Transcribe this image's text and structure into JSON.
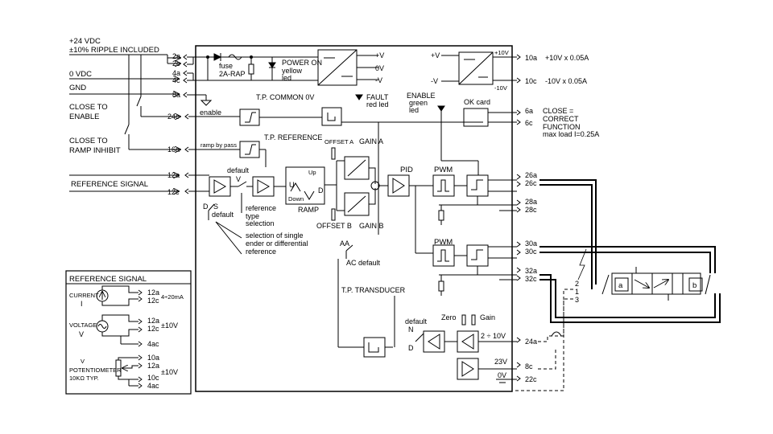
{
  "supply": {
    "line1": "+24 VDC",
    "line2": "±10% RIPPLE INCLUDED",
    "zero": "0 VDC",
    "gnd": "GND",
    "close_enable_1": "CLOSE TO",
    "close_enable_2": "ENABLE",
    "close_ramp_1": "CLOSE TO",
    "close_ramp_2": "RAMP INHIBIT",
    "reference_signal": "REFERENCE SIGNAL"
  },
  "terminals_left": [
    "2a",
    "2c",
    "4a",
    "4c",
    "8a",
    "24c",
    "16a",
    "12a",
    "12c"
  ],
  "internal": {
    "fuse_1": "fuse",
    "fuse_2": "2A-RAP",
    "power_on_1": "POWER ON",
    "power_on_2": "yellow",
    "power_on_3": "led",
    "plus_v": "+V",
    "zero_v": "0V",
    "minus_v": "-V",
    "tp_common": "T.P. COMMON 0V",
    "fault_1": "FAULT",
    "fault_2": "red led",
    "enable": "enable",
    "ramp_by_pass": "ramp by pass",
    "tp_reference": "T.P. REFERENCE",
    "offset_a": "OFFSET A",
    "gain_a": "GAIN A",
    "offset_b": "OFFSET B",
    "gain_b": "GAIN B",
    "pid": "PID",
    "pwm": "PWM",
    "ramp": "RAMP",
    "up": "Up",
    "down": "Down",
    "default": "default",
    "v": "V",
    "d": "D",
    "s": "S",
    "ref_type_1": "reference",
    "ref_type_2": "type",
    "ref_type_3": "selection",
    "single_diff_1": "selection of single",
    "single_diff_2": "ender or differential",
    "single_diff_3": "reference",
    "aa": "AA",
    "ac_default": "AC default",
    "tp_transducer": "T.P. TRANSDUCER",
    "n": "N",
    "zero": "Zero",
    "gain": "Gain",
    "range": "2 ÷ 10V",
    "v23": "23V",
    "enable_green_1": "ENABLE",
    "enable_green_2": "green",
    "enable_green_3": "led",
    "ok_card": "OK card",
    "plus_10v": "+10V",
    "minus_10v": "-10V"
  },
  "terminals_right": [
    "10a",
    "10c",
    "6a",
    "6c",
    "26a",
    "26c",
    "28a",
    "28c",
    "30a",
    "30c",
    "32a",
    "32c",
    "24a",
    "8c",
    "22c"
  ],
  "outputs": {
    "out_10a": "+10V  x 0.05A",
    "out_10c": "-10V  x 0.05A",
    "close_1": "CLOSE =",
    "close_2": "CORRECT",
    "close_3": "FUNCTION",
    "close_4": "max load I=0.25A"
  },
  "transducer_pins": [
    "2",
    "1",
    "3"
  ],
  "valve": {
    "sol_a": "a",
    "sol_b": "b"
  },
  "ref_box": {
    "title": "REFERENCE SIGNAL",
    "current_1": "CURRENT",
    "current_2": "I",
    "current_range": "4÷20mA",
    "voltage_1": "VOLTAGE",
    "voltage_2": "V",
    "voltage_range": "±10V",
    "pot_1": "V",
    "pot_2": "POTENTIOMETER",
    "pot_3": "10KΩ  TYP.",
    "pot_range": "±10V",
    "t_12a": "12a",
    "t_12c": "12c",
    "t_4ac": "4ac",
    "t_10a": "10a",
    "t_10c": "10c"
  }
}
